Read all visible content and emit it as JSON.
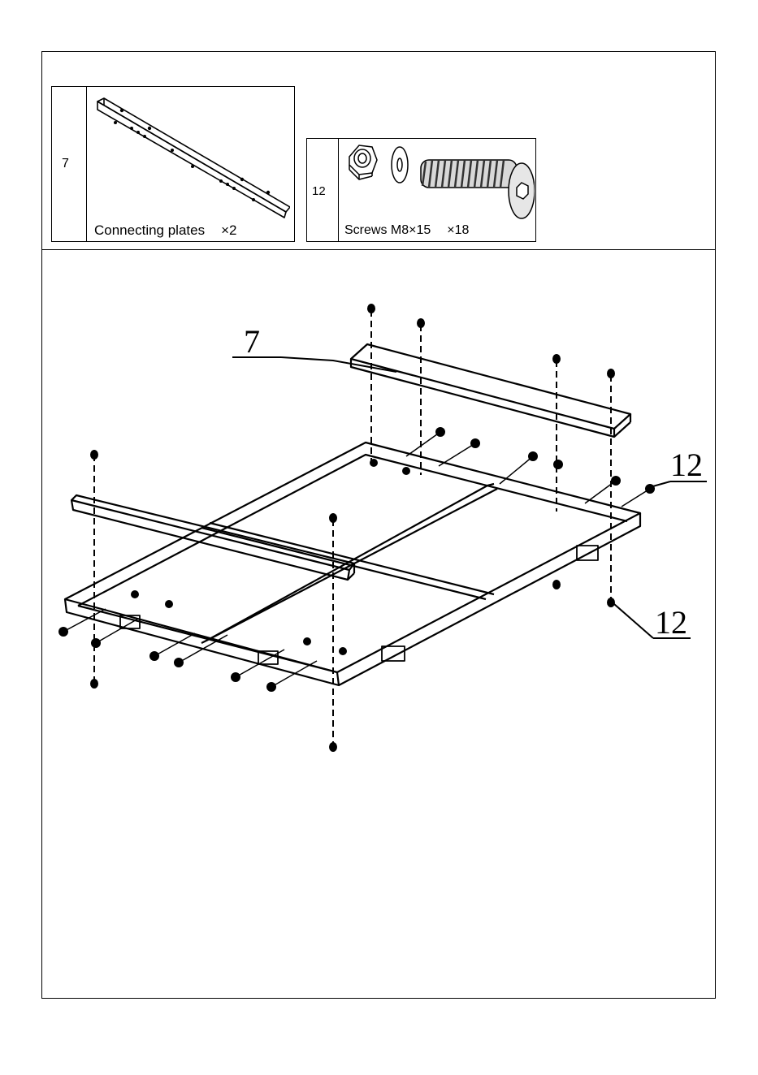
{
  "parts": [
    {
      "number": "7",
      "name": "Connecting plates",
      "quantity": "×2",
      "icon": "connecting-plate-icon"
    },
    {
      "number": "12",
      "name": "Screws M8×15",
      "quantity": "×18",
      "icon": "screw-nut-washer-icon"
    }
  ],
  "diagram": {
    "callouts": [
      "7",
      "12",
      "12"
    ]
  }
}
